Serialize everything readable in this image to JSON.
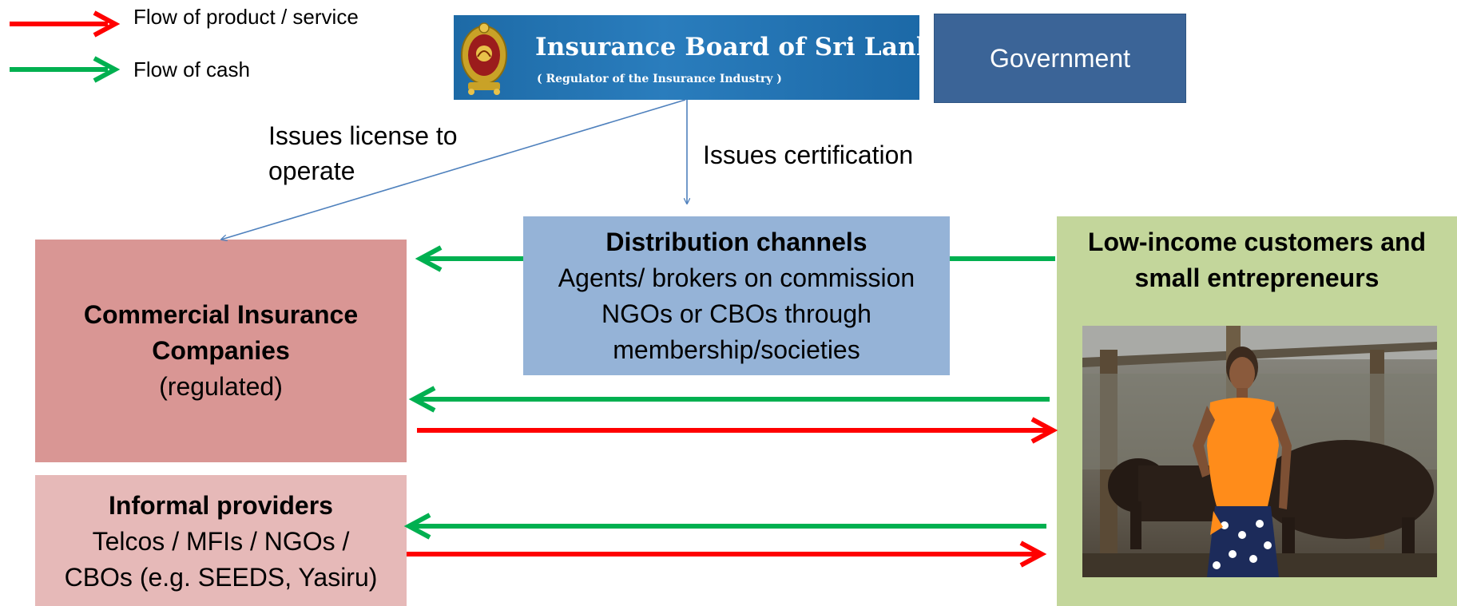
{
  "legend": [
    {
      "label": "Flow of product / service",
      "color": "#ff0000"
    },
    {
      "label": "Flow of cash",
      "color": "#00b050"
    }
  ],
  "regulator": {
    "name": "Insurance Board of Sri Lanka",
    "subtitle": "( Regulator of the Insurance Industry )",
    "emblem_icon": "sri-lanka-emblem-icon"
  },
  "government": {
    "label": "Government"
  },
  "annotations": {
    "license": [
      "Issues license to",
      "operate"
    ],
    "certification": "Issues certification"
  },
  "distribution": {
    "title": "Distribution channels",
    "lines": [
      "Agents/ brokers on commission",
      "NGOs or CBOs through",
      "membership/societies"
    ]
  },
  "commercial": {
    "title_lines": [
      "Commercial Insurance",
      "Companies"
    ],
    "note": "(regulated)"
  },
  "informal": {
    "title": "Informal providers",
    "lines": [
      "Telcos / MFIs / NGOs /",
      "CBOs (e.g. SEEDS, Yasiru)"
    ]
  },
  "customers": {
    "title_lines": [
      "Low-income customers and",
      "small entrepreneurs"
    ],
    "photo_icon": "woman-with-cattle-photo"
  },
  "colors": {
    "cash": "#00b050",
    "product": "#ff0000",
    "connector": "#4f81bd",
    "commercial_box": "#d99694",
    "informal_box": "#e6b9b8",
    "distribution_box": "#95b3d7",
    "customer_box": "#c3d69b",
    "government_box": "#3b6497"
  }
}
